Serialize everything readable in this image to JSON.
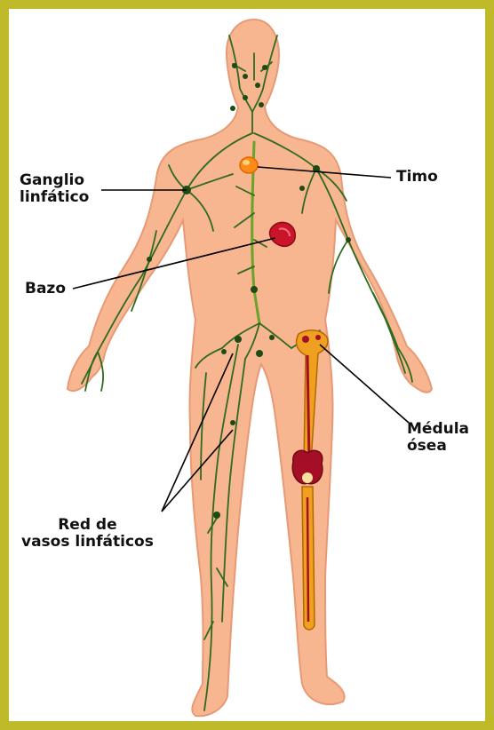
{
  "colors": {
    "frame": "#bfba2a",
    "skin": "#f7b590",
    "skin_shadow": "#e69a76",
    "lymph_vessel": "#2f6b1f",
    "node": "#1e4a14",
    "thymus": "#ff8a1c",
    "spleen": "#c9142a",
    "marrow": "#a50f26",
    "bone": "#f0a020",
    "leader": "#000000"
  },
  "labels": {
    "ganglio": "Ganglio\nlinfático",
    "timo": "Timo",
    "bazo": "Bazo",
    "medula": "Médula\nósea",
    "red": "Red de\nvasos linfáticos"
  },
  "structures": {
    "body": "body-silhouette",
    "thymus": "thymus",
    "spleen": "spleen",
    "femur": "femur-bone-marrow",
    "vessels": "lymphatic-vessels",
    "nodes": "lymph-nodes"
  }
}
